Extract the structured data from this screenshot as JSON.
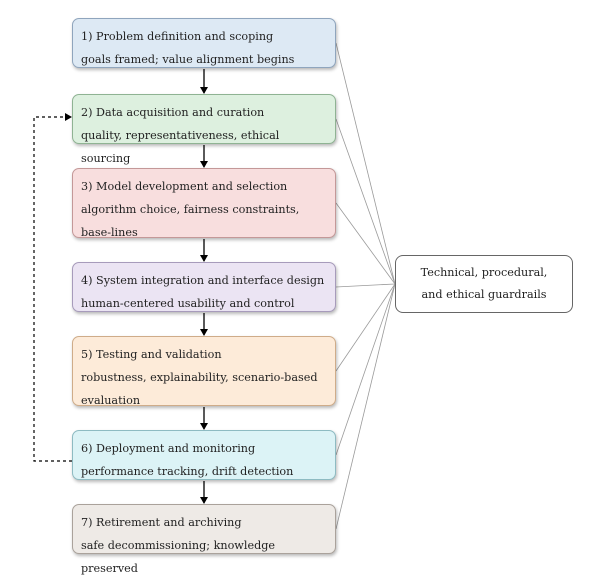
{
  "stages": [
    {
      "title": "1) Problem definition and scoping",
      "desc": "goals framed; value alignment begins",
      "fill": "#dde9f4",
      "border": "#8fa5bd"
    },
    {
      "title": "2) Data acquisition and curation",
      "desc": "quality, representativeness, ethical sourcing",
      "fill": "#ddf0df",
      "border": "#8fb393"
    },
    {
      "title": "3) Model development and selection",
      "desc": "algorithm choice, fairness constraints, base-lines",
      "fill": "#f8dede",
      "border": "#c49898"
    },
    {
      "title": "4) System integration and interface design",
      "desc": "human-centered usability and control",
      "fill": "#ebe4f3",
      "border": "#a79bbb"
    },
    {
      "title": "5) Testing and validation",
      "desc": "robustness, explainability, scenario-based evaluation",
      "fill": "#fdebd9",
      "border": "#cfac89"
    },
    {
      "title": "6) Deployment and monitoring",
      "desc": "performance tracking, drift detection",
      "fill": "#dcf3f6",
      "border": "#8ebbc2"
    },
    {
      "title": "7) Retirement and archiving",
      "desc": "safe decommissioning; knowledge preserved",
      "fill": "#eeeae6",
      "border": "#aaa29b"
    }
  ],
  "guardrails": {
    "line1": "Technical, procedural,",
    "line2": "and ethical guardrails"
  }
}
